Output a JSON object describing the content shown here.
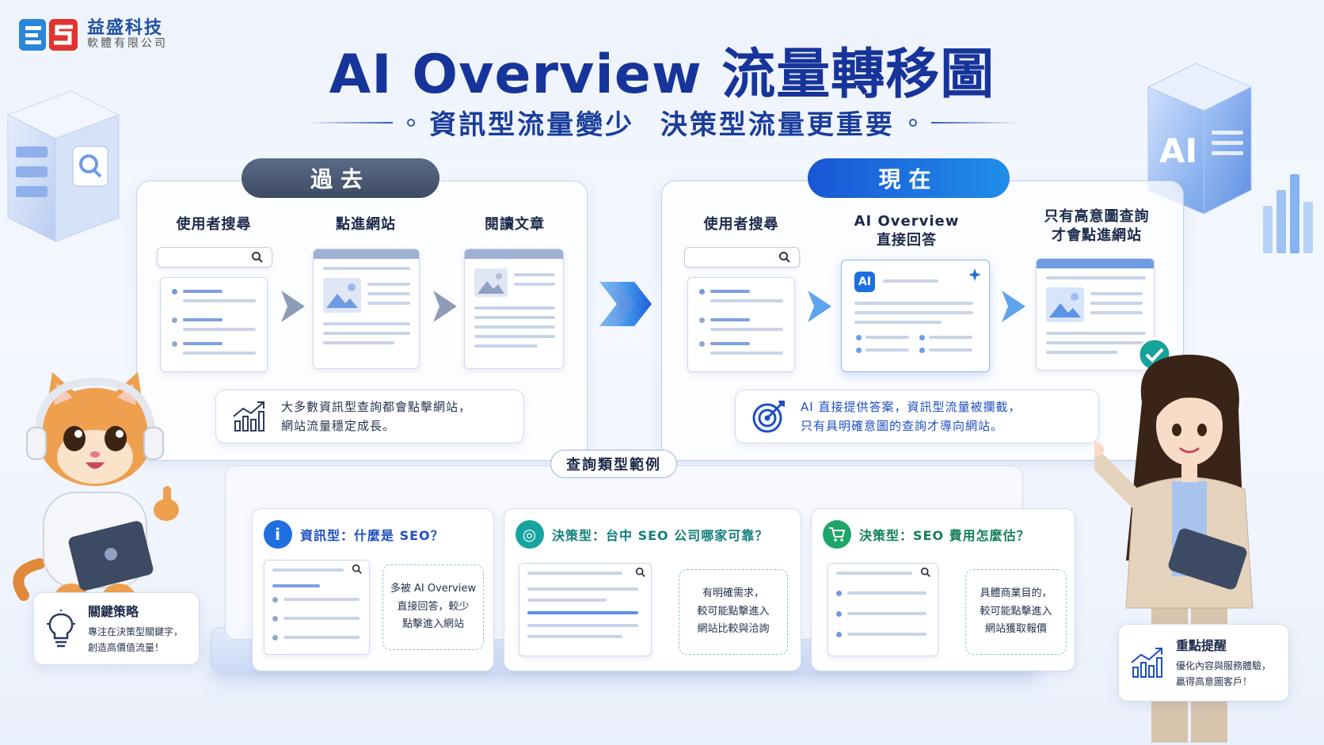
{
  "logo": {
    "mark": "ES",
    "name": "益盛科技",
    "sub": "軟體有限公司"
  },
  "title": "AI Overview 流量轉移圖",
  "subtitle": "資訊型流量變少   決策型流量更重要",
  "past": {
    "tab": "過去",
    "steps": [
      "使用者搜尋",
      "點進網站",
      "閱讀文章"
    ],
    "note_line1": "大多數資訊型查詢都會點擊網站，",
    "note_line2": "網站流量穩定成長。"
  },
  "now": {
    "tab": "現在",
    "step1": "使用者搜尋",
    "step2_line1": "AI Overview",
    "step2_line2": "直接回答",
    "step3_line1": "只有高意圖查詢",
    "step3_line2": "才會點進網站",
    "ai_badge": "AI",
    "note_line1": "AI 直接提供答案，資訊型流量被攔截，",
    "note_line2": "只有具明確意圖的查詢才導向網站。"
  },
  "examples": {
    "header": "查詢類型範例",
    "items": [
      {
        "title": "資訊型：什麼是 SEO？",
        "icon": "i",
        "color": "#1f6fe0",
        "desc": [
          "多被 AI Overview",
          "直接回答，較少",
          "點擊進入網站"
        ]
      },
      {
        "title": "決策型：台中 SEO 公司哪家可靠？",
        "icon": "◎",
        "color": "#17a3a0",
        "desc": [
          "有明確需求，",
          "較可能點擊進入",
          "網站比較與洽詢"
        ]
      },
      {
        "title": "決策型：SEO 費用怎麼估？",
        "icon": "🛒",
        "color": "#1ea56a",
        "desc": [
          "具體商業目的，",
          "較可能點擊進入",
          "網站獲取報價"
        ]
      }
    ]
  },
  "strategy": {
    "title": "關鍵策略",
    "line1": "專注在決策型關鍵字，",
    "line2": "創造高價值流量！"
  },
  "reminder": {
    "title": "重點提醒",
    "line1": "優化內容與服務體驗，",
    "line2": "贏得高意圖客戶！"
  },
  "colors": {
    "title": "#16349a",
    "accent": "#1f6fe0",
    "teal": "#17a3a0",
    "green": "#1ea56a"
  }
}
